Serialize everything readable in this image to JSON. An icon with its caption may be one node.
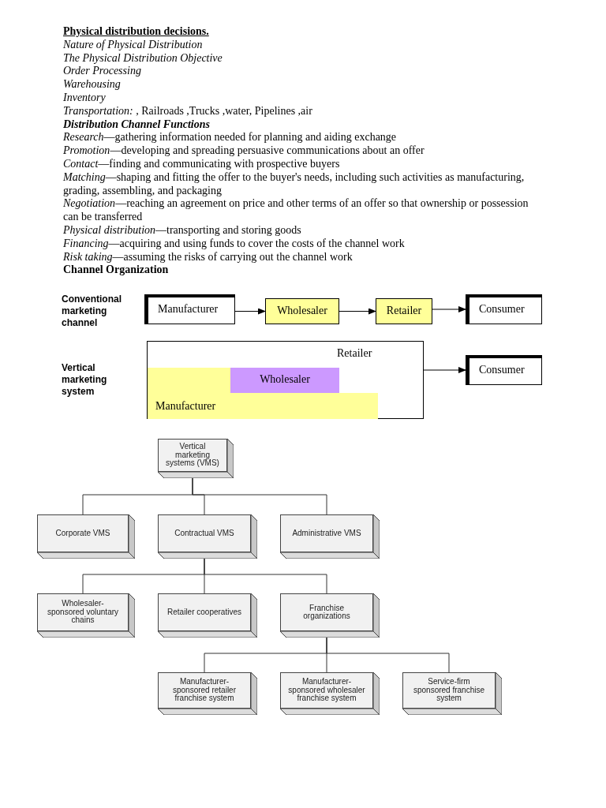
{
  "diagram": {
    "title": "Physical distribution decisions.",
    "nodes": [
      {
        "text": [
          "Manufacturer"
        ]
      },
      {
        "text": [
          "Wholesaler"
        ]
      },
      {
        "text": [
          "Retailer"
        ]
      },
      {
        "text": [
          "Consumer"
        ]
      },
      {
        "text": [
          "Retailer"
        ]
      },
      {
        "text": [
          "Wholesaler"
        ],
        "in": 4
      },
      {
        "text": [
          "Manufacturer"
        ],
        "in": 4
      },
      {
        "text": [
          "Consumer"
        ]
      },
      {
        "text": [
          "Vertical marketing systems (VMS)"
        ]
      },
      {
        "text": [
          "Corporate VMS"
        ]
      },
      {
        "text": [
          "Contractual VMS"
        ]
      },
      {
        "text": [
          "Administrative VMS"
        ]
      },
      {
        "text": [
          "Wholesaler- sponsored voluntary chains"
        ]
      },
      {
        "text": [
          "Retailer cooperatives"
        ]
      },
      {
        "text": [
          "Franchise organizations"
        ]
      },
      {
        "text": [
          "Manufacturer- sponsored retailer franchise system"
        ]
      },
      {
        "text": [
          "Manufacturer- sponsored wholesaler franchise system"
        ]
      },
      {
        "text": [
          "Service-firm sponsored franchise system"
        ]
      }
    ],
    "edges": [
      {
        "from": 0,
        "to": 1,
        "arrow": "to"
      },
      {
        "from": 1,
        "to": 2,
        "arrow": "to"
      },
      {
        "from": 2,
        "to": 3,
        "arrow": "to"
      },
      {
        "from": 4,
        "to": 7,
        "arrow": "to"
      },
      {
        "from": 8,
        "to": 9,
        "arrow": "none"
      },
      {
        "from": 8,
        "to": 10,
        "arrow": "none"
      },
      {
        "from": 8,
        "to": 11,
        "arrow": "none"
      },
      {
        "from": 10,
        "to": 12,
        "arrow": "none"
      },
      {
        "from": 10,
        "to": 13,
        "arrow": "none"
      },
      {
        "from": 10,
        "to": 14,
        "arrow": "none"
      },
      {
        "from": 14,
        "to": 15,
        "arrow": "none"
      },
      {
        "from": 14,
        "to": 16,
        "arrow": "none"
      },
      {
        "from": 14,
        "to": 17,
        "arrow": "none"
      }
    ],
    "labels": [
      "Nature of Physical Distribution",
      "The Physical Distribution Objective",
      "Order Processing",
      "Warehousing",
      "Inventory",
      "*Transportation: ,* Railroads ,Trucks ,water, Pipelines ,air",
      "Distribution Channel Functions",
      "*Research*—gathering information needed for planning and aiding exchange",
      "*Promotion*—developing and spreading persuasive communications about an offer",
      "*Contact*—finding and communicating with prospective buyers",
      "*Matching*—shaping and fitting the offer to the buyer's needs, including such activities as manufacturing, grading, assembling, and packaging",
      "*Negotiation*—reaching an agreement on price and other terms of an offer so that ownership or possession can be transferred",
      "*Physical distribution*—transporting and storing goods",
      "*Financing*—acquiring and using funds to cover the costs of the channel work",
      "*Risk taking*—assuming the risks of carrying out the channel work",
      "Channel Organization",
      "Conventional marketing channel",
      "Vertical marketing system"
    ]
  }
}
